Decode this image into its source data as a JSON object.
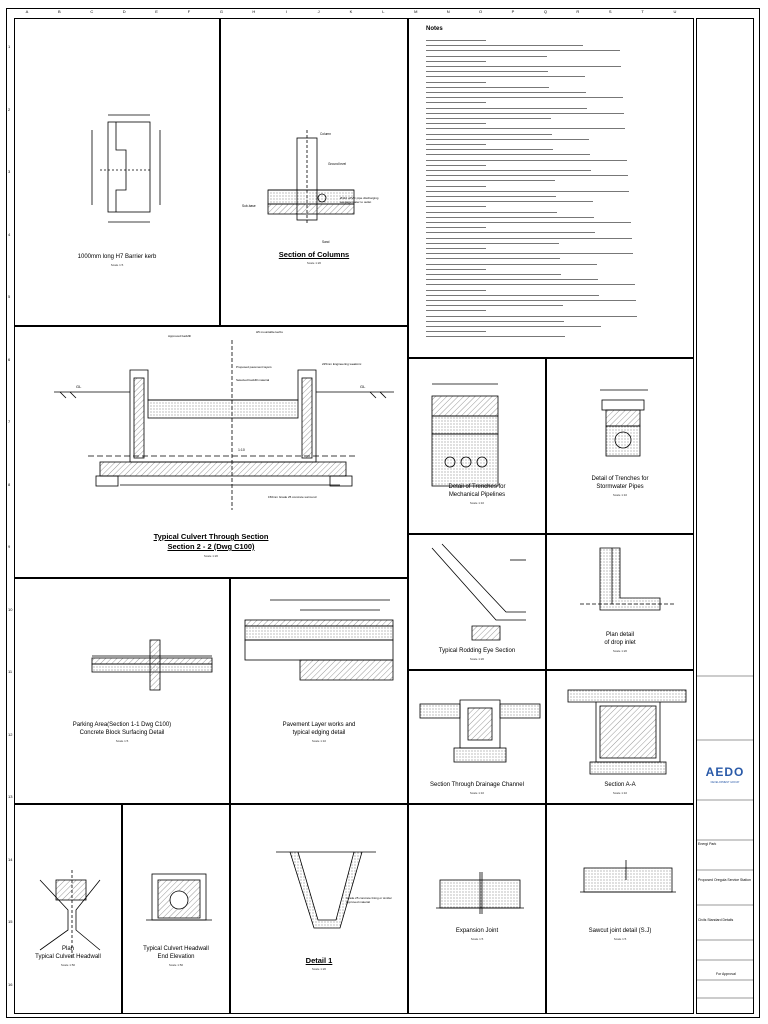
{
  "grid": {
    "columns": [
      "A",
      "B",
      "C",
      "D",
      "E",
      "F",
      "G",
      "H",
      "I",
      "J",
      "K",
      "L",
      "M",
      "N",
      "O",
      "P",
      "Q",
      "R",
      "S",
      "T",
      "U"
    ],
    "rows": [
      "1",
      "2",
      "3",
      "4",
      "5",
      "6",
      "7",
      "8",
      "9",
      "10",
      "11",
      "12",
      "13",
      "14",
      "15",
      "16"
    ]
  },
  "notes": {
    "title": "Notes"
  },
  "details": {
    "barrier_kerb": {
      "title": "1000mm long H7 Barrier kerb",
      "scale": "Scale 1:5"
    },
    "columns": {
      "title": "Section of Columns",
      "scale": "Scale 1:20",
      "labels": [
        "Column",
        "Ground level",
        "Sub-base",
        "Sand",
        "Ø110 uPVC pipe discharging seepage water to outlet"
      ]
    },
    "culvert": {
      "title_line1": "Typical Culvert Through Section",
      "title_line2": "Section 2 - 2 (Dwg C100)",
      "scale": "Scale 1:20",
      "labels": [
        "Approved backfill",
        "H5 mountable kerbs",
        "Proposed pavement layers",
        "Selected backfill material",
        "225mm Engineering weakmix",
        "150mm Grade 25 concrete surround",
        "GL",
        "1:10"
      ]
    },
    "trench_mech": {
      "title_line1": "Detail of Trenches for",
      "title_line2": "Mechanical Pipelines",
      "scale": "Scale 1:10"
    },
    "trench_storm": {
      "title_line1": "Detail of Trenches for",
      "title_line2": "Stormwater Pipes",
      "scale": "Scale 1:10"
    },
    "parking": {
      "title_line1": "Parking Area(Section 1-1 Dwg C100)",
      "title_line2": "Concrete Block Surfacing Detail",
      "scale": "Scale 1:5"
    },
    "pavement": {
      "title_line1": "Pavement Layer works and",
      "title_line2": "typical edging detail",
      "scale": "Scale 1:10"
    },
    "rodding": {
      "title": "Typical Rodding Eye Section",
      "scale": "Scale 1:20"
    },
    "drop_inlet": {
      "title_line1": "Plan detail",
      "title_line2": "of drop inlet",
      "scale": "Scale 1:20"
    },
    "drainage_channel": {
      "title": "Section Through Drainage Channel",
      "scale": "Scale 1:10"
    },
    "section_aa": {
      "title": "Section A-A",
      "scale": "Scale 1:10"
    },
    "headwall_plan": {
      "title_line1": "Plan",
      "title_line2": "Typical Culvert Headwall",
      "scale": "Scale 1:50"
    },
    "headwall_end": {
      "title_line1": "Typical Culvert Headwall",
      "title_line2": "End Elevation",
      "scale": "Scale 1:50"
    },
    "detail1": {
      "title": "Detail 1",
      "scale": "Scale 1:20",
      "labels": [
        "Grade 25 concrete lining or similar approved material"
      ]
    },
    "expansion": {
      "title": "Expansion Joint",
      "scale": "Scale 1:5"
    },
    "sawcut": {
      "title": "Sawcut joint detail (S.J)",
      "scale": "Scale 1:5"
    }
  },
  "title_block": {
    "logo": "AEDO",
    "logo_sub": "DEVELOPMENT GROUP",
    "project": "Energi Park",
    "drawing_desc": "Proposed Oregula Service Station",
    "sheet_title": "Civils Standard Details",
    "status": "For Approval"
  },
  "colors": {
    "line": "#000000",
    "hatch": "#555555",
    "logo": "#2a5aa8"
  }
}
